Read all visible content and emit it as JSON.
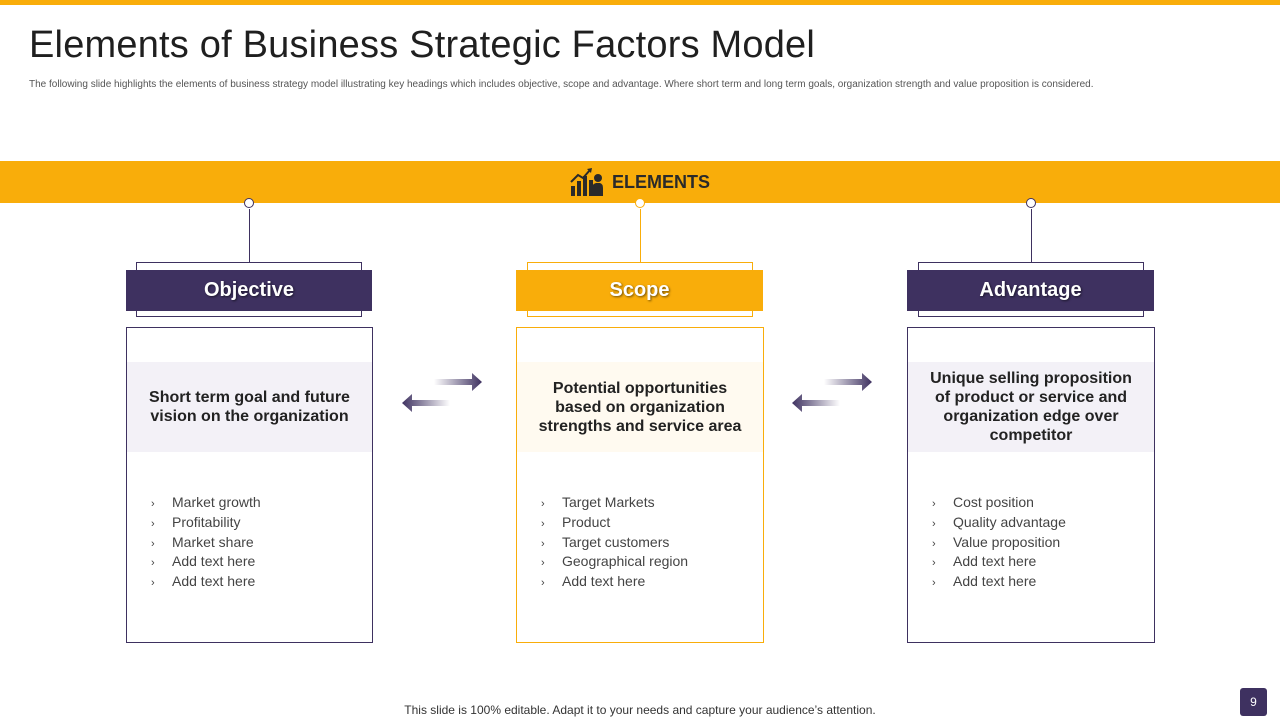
{
  "slide": {
    "title": "Elements of Business Strategic Factors Model",
    "subtitle": "The following slide highlights the elements  of business strategy model illustrating key headings which includes objective, scope and advantage. Where short term and long term goals, organization strength and value proposition is considered.",
    "banner_label": "ELEMENTS",
    "banner_icon": "business-growth-icon",
    "footer": "This slide is 100% editable. Adapt it to your needs and capture your audience’s attention.",
    "page_number": "9"
  },
  "columns": [
    {
      "heading": "Objective",
      "description": "Short term goal and future vision on the organization",
      "items": [
        "Market growth",
        "Profitability",
        "Market share",
        "Add text here",
        "Add text here"
      ]
    },
    {
      "heading": "Scope",
      "description": "Potential opportunities based on organization strengths and service area",
      "items": [
        "Target Markets",
        "Product",
        "Target customers",
        "Geographical region",
        "Add text here"
      ]
    },
    {
      "heading": "Advantage",
      "description": "Unique selling proposition of product or service and organization edge over competitor",
      "items": [
        "Cost position",
        "Quality advantage",
        "Value proposition",
        "Add text here",
        "Add text here"
      ]
    }
  ],
  "bullet_glyph": "›",
  "colors": {
    "accent_orange": "#f9ad0a",
    "accent_purple": "#3e3160"
  }
}
